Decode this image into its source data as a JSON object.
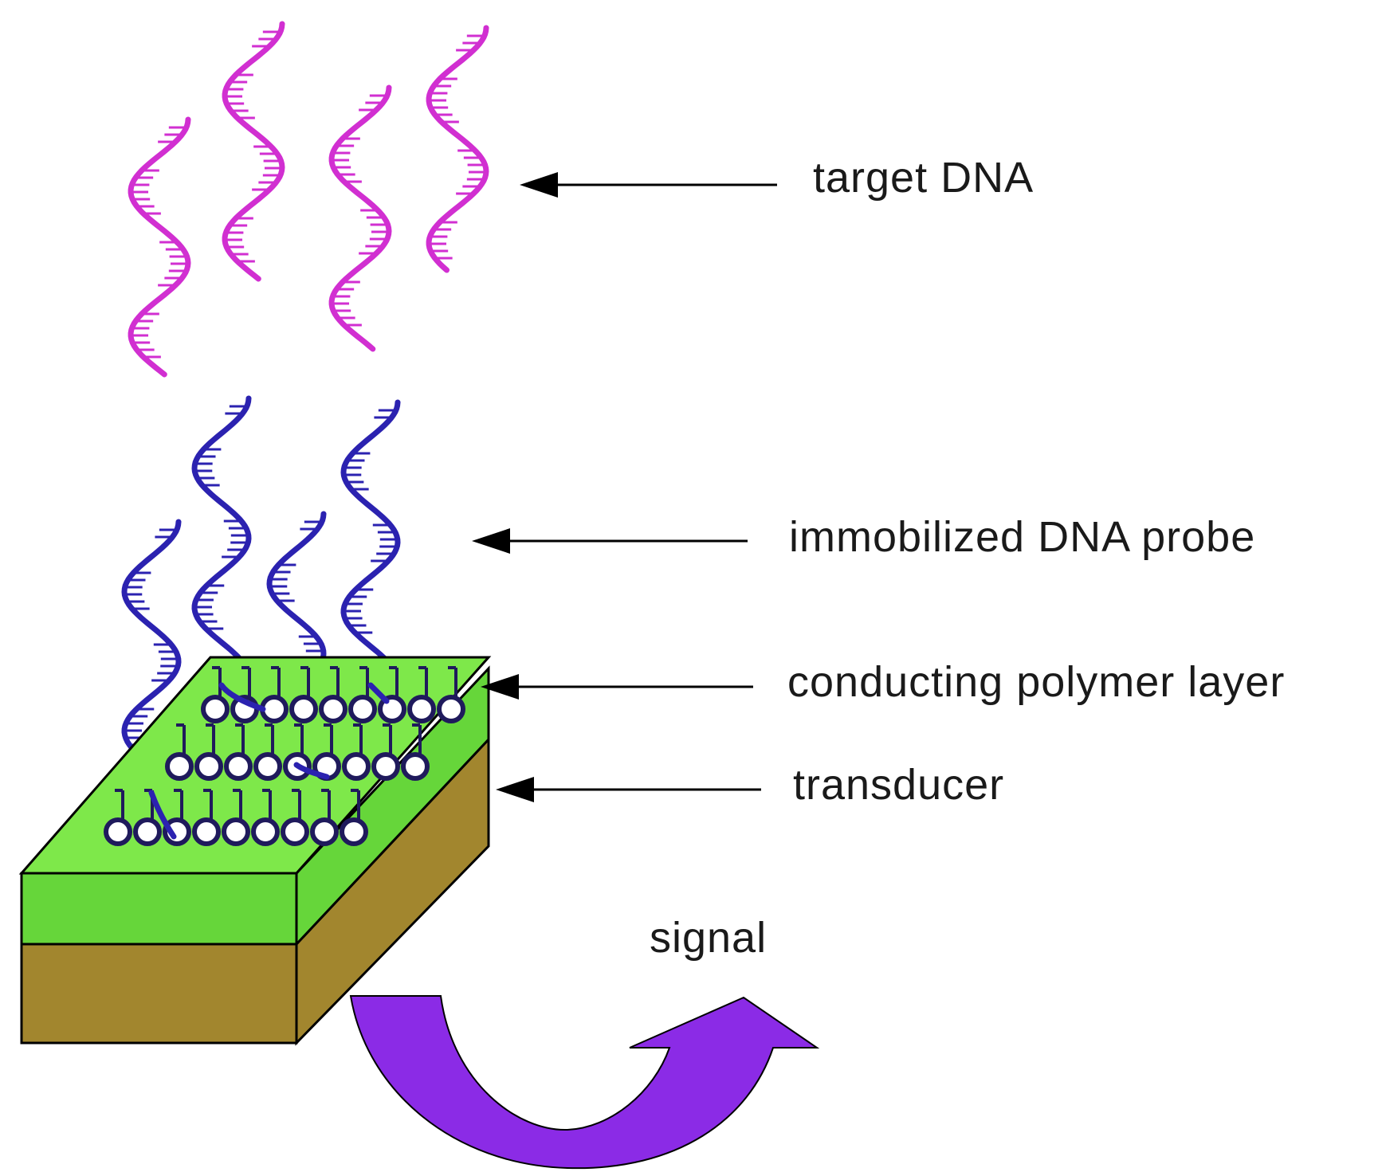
{
  "labels": {
    "target": "target DNA",
    "probe": "immobilized DNA probe",
    "polymer": "conducting polymer layer",
    "transducer": "transducer",
    "signal": "signal"
  },
  "colors": {
    "target_dna": "#d12fd1",
    "probe_dna": "#2b22b0",
    "polymer_layer": "#66d63a",
    "polymer_top": "#7ee84a",
    "transducer": "#a2862e",
    "monomer_ring": "#1f1a5c",
    "signal_arrow": "#8b2be6",
    "text": "#1a1a1a"
  }
}
